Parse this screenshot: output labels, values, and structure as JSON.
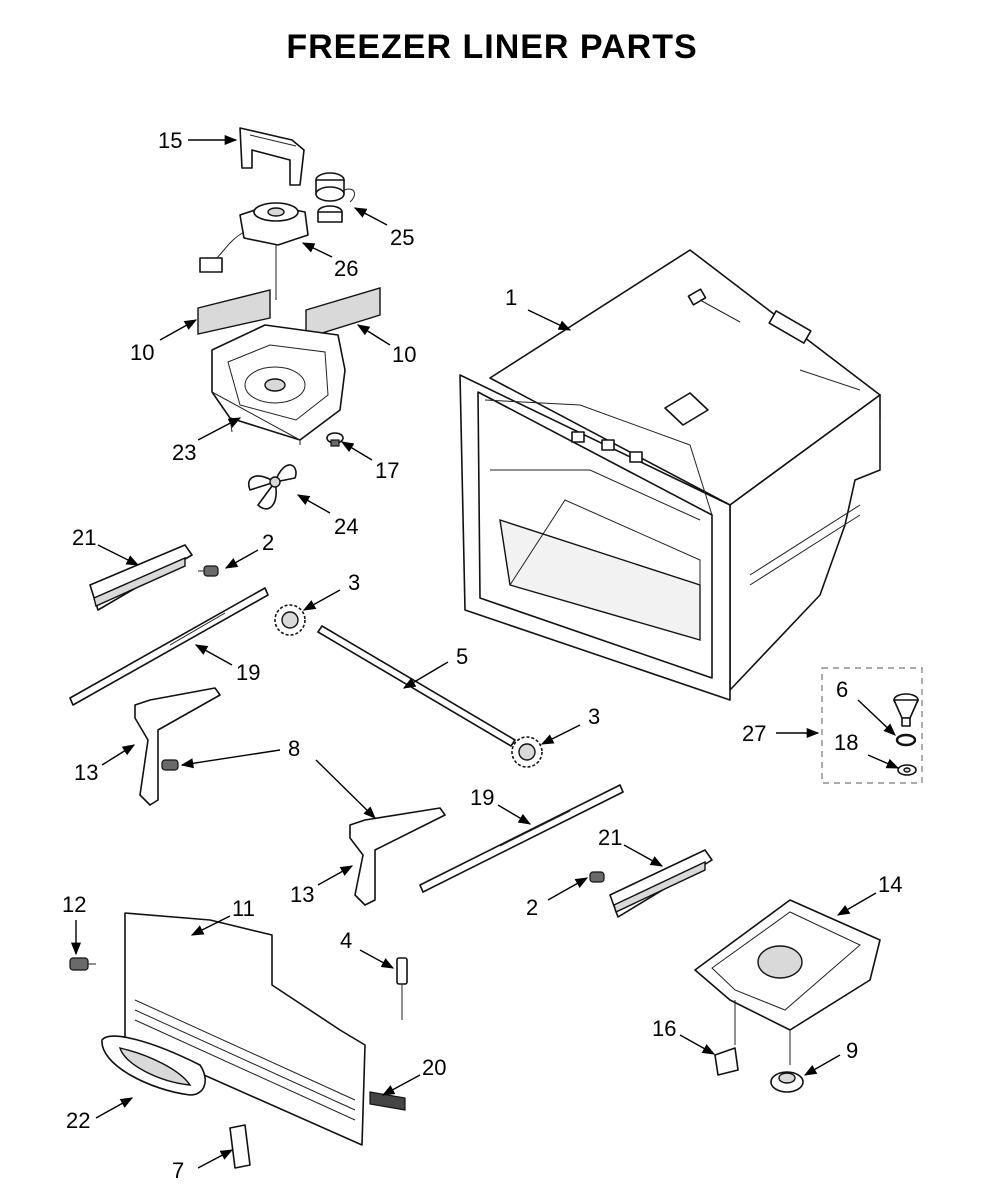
{
  "title": "FREEZER LINER PARTS",
  "callouts": {
    "c1": "1",
    "c2a": "2",
    "c2b": "2",
    "c3a": "3",
    "c3b": "3",
    "c4": "4",
    "c5": "5",
    "c6": "6",
    "c7": "7",
    "c8": "8",
    "c9": "9",
    "c10a": "10",
    "c10b": "10",
    "c11": "11",
    "c12": "12",
    "c13a": "13",
    "c13b": "13",
    "c14": "14",
    "c15": "15",
    "c16": "16",
    "c17": "17",
    "c18": "18",
    "c19a": "19",
    "c19b": "19",
    "c20": "20",
    "c21a": "21",
    "c21b": "21",
    "c22": "22",
    "c23": "23",
    "c24": "24",
    "c25": "25",
    "c26": "26",
    "c27": "27"
  }
}
